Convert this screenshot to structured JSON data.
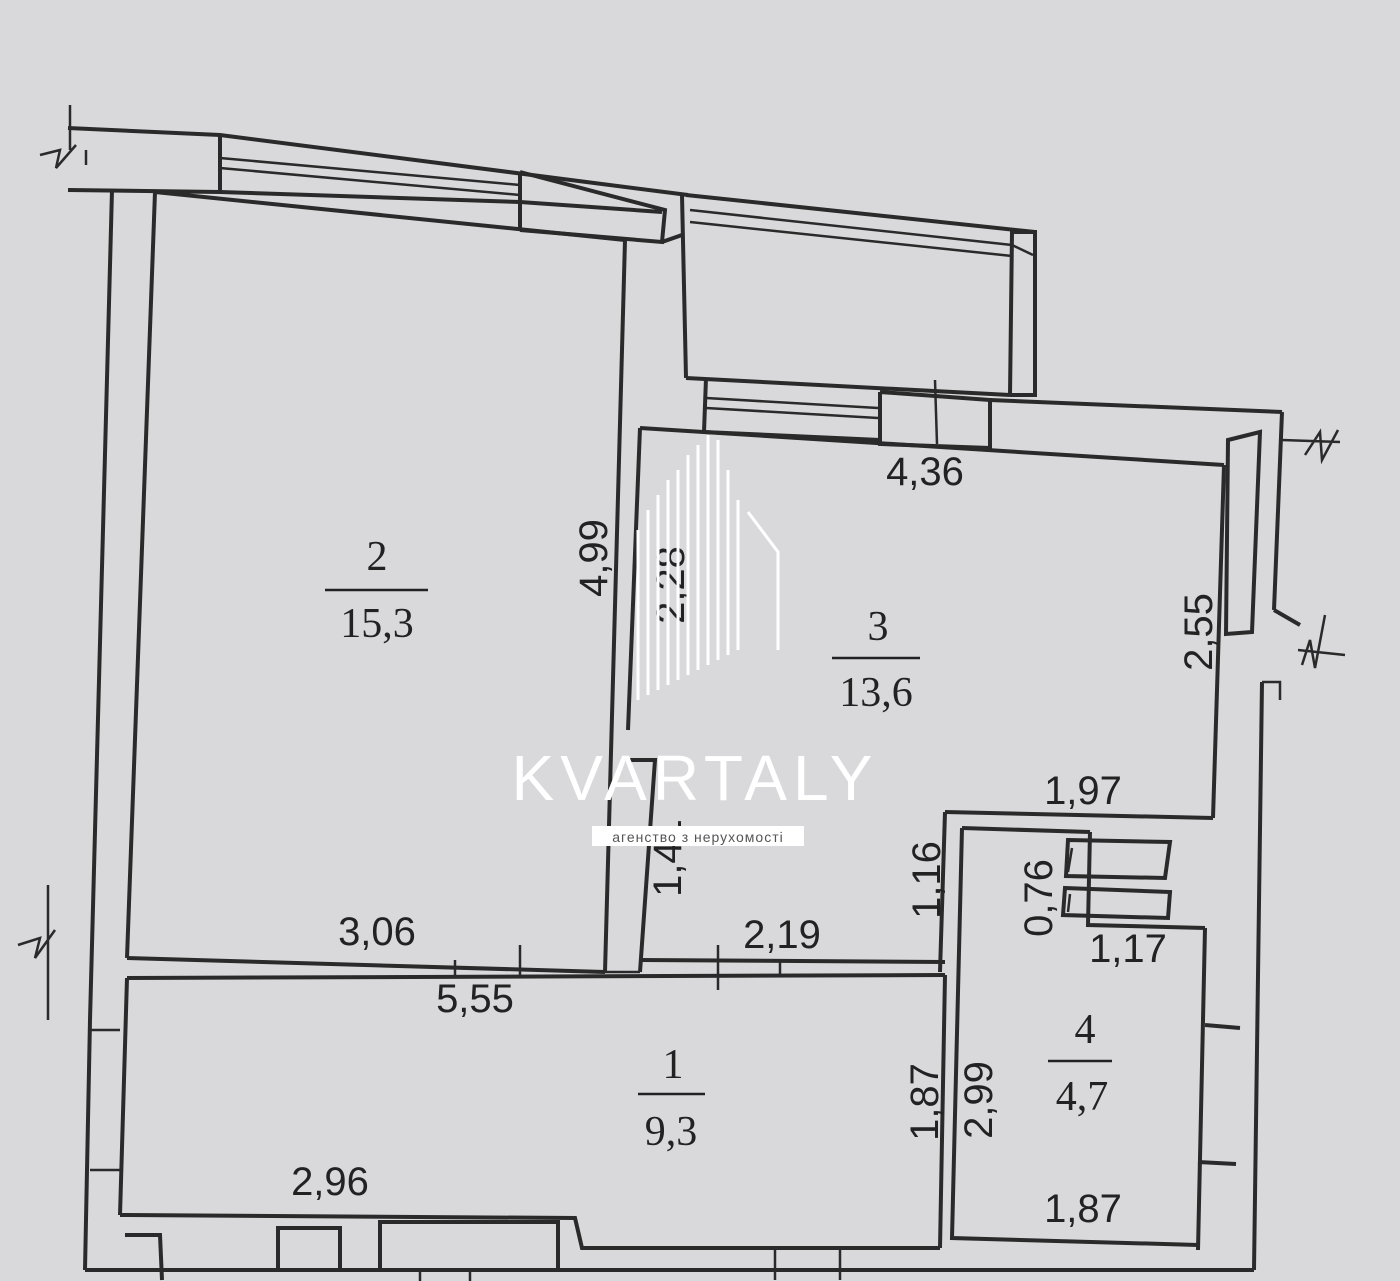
{
  "rooms": [
    {
      "id": "1",
      "number": "1",
      "area": "9,3"
    },
    {
      "id": "2",
      "number": "2",
      "area": "15,3"
    },
    {
      "id": "3",
      "number": "3",
      "area": "13,6"
    },
    {
      "id": "4",
      "number": "4",
      "area": "4,7"
    }
  ],
  "dimensions": {
    "d_4_99": "4,99",
    "d_2_28": "2,28",
    "d_4_36": "4,36",
    "d_2_55": "2,55",
    "d_1_97": "1,97",
    "d_1_16": "1,16",
    "d_1_41": "1,41",
    "d_0_76": "0,76",
    "d_1_17": "1,17",
    "d_3_06": "3,06",
    "d_2_19": "2,19",
    "d_5_55": "5,55",
    "d_1_87a": "1,87",
    "d_2_99": "2,99",
    "d_2_96": "2,96",
    "d_1_87b": "1,87"
  },
  "watermark": {
    "brand": "KVARTALY",
    "tagline": "агенство з нерухомості"
  },
  "colors": {
    "paper": "#d9d9dc",
    "ink": "#2a2a2a",
    "watermark": "#ffffff"
  }
}
